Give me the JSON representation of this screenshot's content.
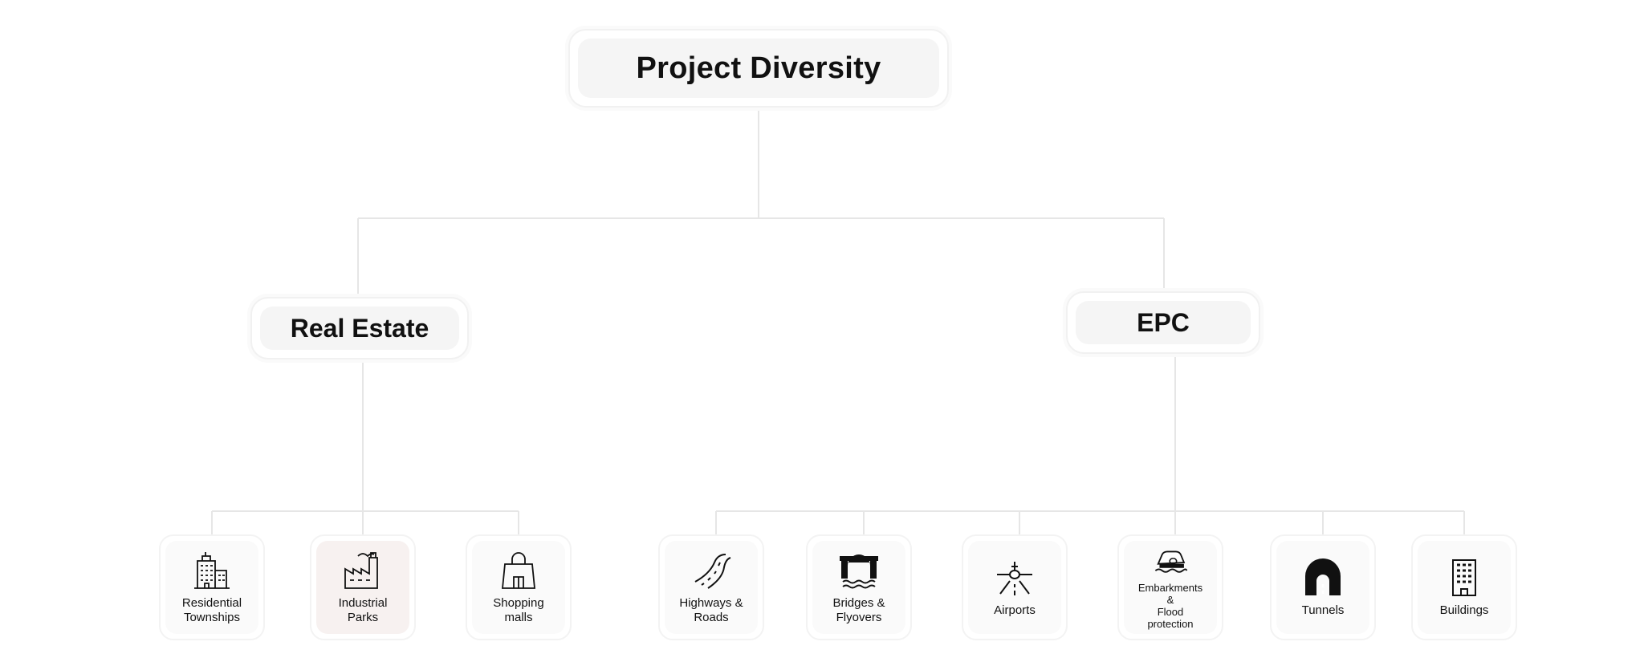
{
  "root": {
    "label": "Project Diversity"
  },
  "categories": [
    {
      "label": "Real Estate",
      "items": [
        {
          "line1": "Residential",
          "line2": "Townships",
          "icon": "residential-building-icon"
        },
        {
          "line1": "Industrial",
          "line2": "Parks",
          "icon": "factory-icon"
        },
        {
          "line1": "Shopping",
          "line2": "malls",
          "icon": "shopping-bag-icon"
        }
      ]
    },
    {
      "label": "EPC",
      "items": [
        {
          "line1": "Highways &",
          "line2": "Roads",
          "icon": "winding-road-icon"
        },
        {
          "line1": "Bridges &",
          "line2": "Flyovers",
          "icon": "bridge-icon"
        },
        {
          "line1": "Airports",
          "icon": "airplane-runway-icon"
        },
        {
          "line1": "Embarkments",
          "line2": "&",
          "line3": "Flood",
          "line4": "protection",
          "icon": "flood-car-icon"
        },
        {
          "line1": "Tunnels",
          "icon": "tunnel-icon"
        },
        {
          "line1": "Buildings",
          "icon": "office-building-icon"
        }
      ]
    }
  ],
  "colors": {
    "connector": "#e6e6e6",
    "node_fill": "#f5f5f5",
    "text": "#111111"
  }
}
